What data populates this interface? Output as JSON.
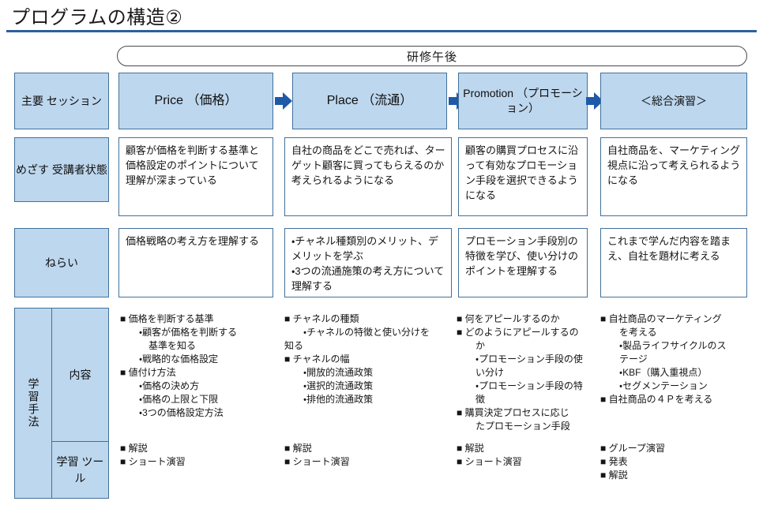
{
  "title": "プログラムの構造②",
  "accent_color": "#2e5f9e",
  "header_fill": "#bdd7ee",
  "header_border": "#41719c",
  "arrow_color": "#1f5aa8",
  "banner": {
    "label": "研修午後"
  },
  "row_labels": {
    "session": "主要\nセッション",
    "target_state": "めざす\n受講者状態",
    "aim": "ねらい",
    "method": "学習手法",
    "content": "内容",
    "tool": "学習\nツール"
  },
  "columns": [
    {
      "session_title": "Price\n（価格）",
      "target_state": "顧客が価格を判断する基準と価格設定のポイントについて理解が深まっている",
      "aim": "価格戦略の考え方を理解する",
      "content": "■ 価格を判断する基準\n　　・顧客が価格を判断する\n　　　基準を知る\n　　・戦略的な価格設定\n■ 値付け方法\n　　・価格の決め方\n　　・価格の上限と下限\n　　・3つの価格設定方法",
      "tools": "■ 解説\n■ ショート演習"
    },
    {
      "session_title": "Place\n（流通）",
      "target_state": "自社の商品をどこで売れば、ターゲット顧客に買ってもらえるのか考えられるようになる",
      "aim": "・チャネル種類別のメリット、デメリットを学ぶ\n・3つの流通施策の考え方について理解する",
      "content": "■ チャネルの種類\n　　・チャネルの特徴と使い分けを\n知る\n■ チャネルの幅\n　　・開放的流通政策\n　　・選択的流通政策\n　　・排他的流通政策",
      "tools": "■ 解説\n■ ショート演習"
    },
    {
      "session_title": "Promotion\n（プロモーション）",
      "target_state": "顧客の購買プロセスに沿って有効なプロモーション手段を選択できるようになる",
      "aim": "プロモーション手段別の特徴を学び、使い分けのポイントを理解する",
      "content": "■ 何をアピールするのか\n■ どのようにアピールするの\n　　か\n　　・プロモーション手段の使\n　　い分け\n　　・プロモーション手段の特\n　　徴\n■ 購買決定プロセスに応じ\n　　たプロモーション手段",
      "tools": "■ 解説\n■ ショート演習"
    },
    {
      "session_title": "＜総合演習＞",
      "target_state": "自社商品を、マーケティング視点に沿って考えられるようになる",
      "aim": "これまで学んだ内容を踏まえ、自社を題材に考える",
      "content": "■ 自社商品のマーケティング\n　　を考える\n　　・製品ライフサイクルのス\n　　テージ\n　　・KBF（購入重視点）\n　　・セグメンテーション\n■ 自社商品の４Ｐを考える",
      "tools": "■ グループ演習\n■ 発表\n■ 解説"
    }
  ]
}
